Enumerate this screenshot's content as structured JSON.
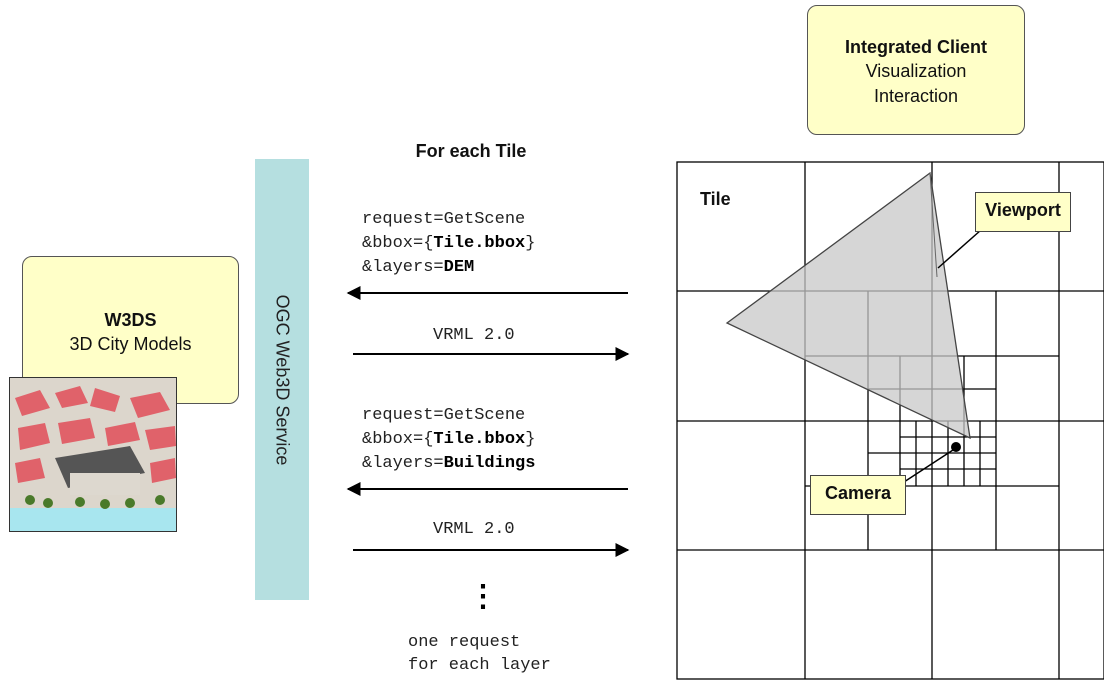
{
  "client": {
    "title": "Integrated Client",
    "line1": "Visualization",
    "line2": "Interaction"
  },
  "server": {
    "title": "W3DS",
    "subtitle": "3D City Models"
  },
  "service_label": "OGC Web3D Service",
  "tile_heading": "For each Tile",
  "requests": [
    {
      "request": "request=GetScene",
      "bbox_prefix": "&bbox={",
      "bbox_value": "Tile.bbox",
      "bbox_suffix": "}",
      "layers_prefix": "&layers=",
      "layers_value": "DEM"
    },
    {
      "request": "request=GetScene",
      "bbox_prefix": "&bbox={",
      "bbox_value": "Tile.bbox",
      "bbox_suffix": "}",
      "layers_prefix": "&layers=",
      "layers_value": "Buildings"
    }
  ],
  "responses": [
    "VRML 2.0",
    "VRML 2.0"
  ],
  "ellipsis": "⋮",
  "footnote": {
    "line1": "one request",
    "line2": "for each layer"
  },
  "grid_labels": {
    "tile": "Tile",
    "viewport": "Viewport",
    "camera": "Camera"
  },
  "icons": [
    "city-model-image",
    "arrow-left-icon",
    "arrow-right-icon"
  ]
}
